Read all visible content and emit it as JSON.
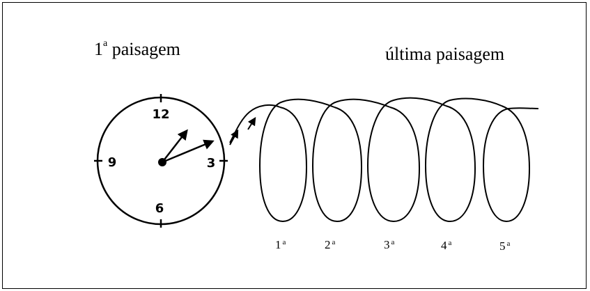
{
  "headings": {
    "first_number": "1",
    "first_super": "a",
    "first_word": "paisagem",
    "last": "última paisagem"
  },
  "clock": {
    "numbers": [
      "12",
      "3",
      "6",
      "9"
    ],
    "hour_hand_target": "2",
    "minute_hand_target": "3"
  },
  "loops": [
    {
      "number": "1",
      "super": "a"
    },
    {
      "number": "2",
      "super": "a"
    },
    {
      "number": "3",
      "super": "a"
    },
    {
      "number": "4",
      "super": "a"
    },
    {
      "number": "5",
      "super": "a"
    }
  ],
  "colors": {
    "ink": "#000000",
    "background": "#ffffff"
  }
}
